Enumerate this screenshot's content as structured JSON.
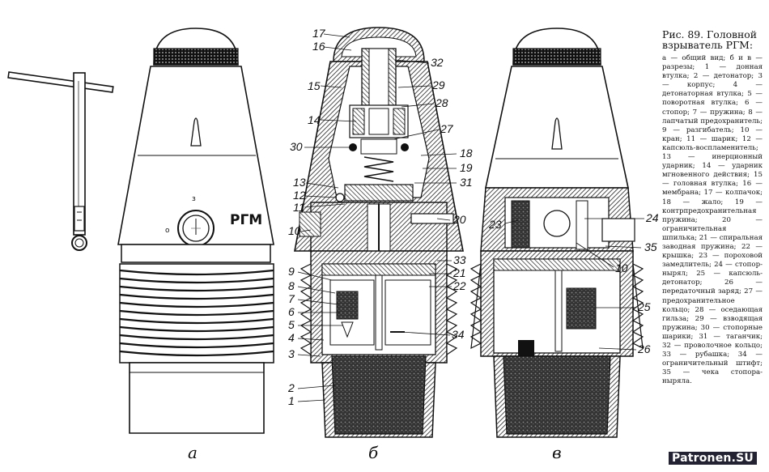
{
  "figure": {
    "caption_title": "Рис. 89. Головной взрыватель РГМ:",
    "caption_body": "а — общий вид; б и в — разрезы; 1 — донная втулка; 2 — детонатор; 3 — корпус; 4 — детонаторная втулка; 5 — поворотная втулка; 6 — стопор; 7 — пружина; 8 — лапчатый предохранитель; 9 — разгибатель; 10 — кран; 11 — шарик; 12 — капсюль-воспламенитель; 13 — инерционный ударник; 14 — ударник мгновенного действия; 15 — головная втулка; 16 — мембрана; 17 — колпачок; 18 — жало; 19 — контрпредохранительная пружина; 20 — ограничительная шпилька; 21 — спиральная заводная пружина; 22 — крышка; 23 — пороховой замедлитель; 24 — стопор-нырял; 25 — капсюль-детонатор; 26 — передаточный заряд; 27 — предохранительное кольцо; 28 — оседающая гильза; 29 — взводящая пружина; 30 — стопорные шарики; 31 — таганчик; 32 — проволочное кольцо; 33 — рубашка; 34 — ограничительный штифт; 35 — чека стопора-ныряла.",
    "watermark": "Patronen.SU"
  },
  "views": {
    "a": {
      "letter": "а",
      "marking": "РГМ",
      "setting_mark": "з",
      "dial_mark": "о"
    },
    "b": {
      "letter": "б"
    },
    "c": {
      "letter": "в"
    }
  },
  "labels_b_left": [
    "17",
    "16",
    "15",
    "14",
    "30",
    "13",
    "12",
    "11",
    "10",
    "9",
    "8",
    "7",
    "6",
    "5",
    "4",
    "3",
    "2",
    "1"
  ],
  "labels_b_right": [
    "32",
    "29",
    "28",
    "27",
    "18",
    "19",
    "31",
    "20",
    "33",
    "21",
    "22",
    "34"
  ],
  "labels_c": [
    "23",
    "24",
    "35",
    "10",
    "25",
    "26"
  ]
}
